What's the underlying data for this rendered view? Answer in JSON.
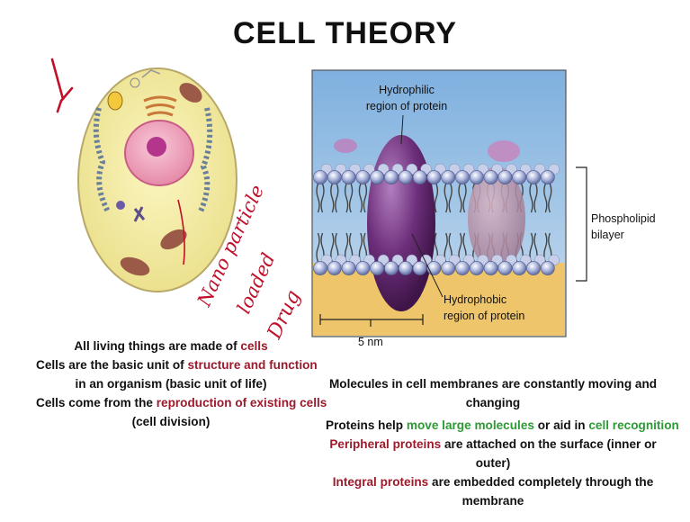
{
  "title": "CELL THEORY",
  "annotation": {
    "handwritten_line1": "Nano particle",
    "handwritten_line2": "loaded",
    "handwritten_line3": "Drug"
  },
  "membrane_diagram": {
    "label_hydrophilic": [
      "Hydrophilic",
      "region of protein"
    ],
    "label_hydrophobic": [
      "Hydrophobic",
      "region of protein"
    ],
    "label_bilayer": [
      "Phospholipid",
      "bilayer"
    ],
    "scale_label": "5 nm"
  },
  "left_text": {
    "l1_a": "All living things are made of ",
    "l1_b": "cells",
    "l2_a": "Cells are the basic unit of ",
    "l2_b": "structure and function",
    "l3": "in an organism (basic unit of life)",
    "l4_a": "Cells come from the ",
    "l4_b": "reproduction of existing cells",
    "l5": "(cell division)"
  },
  "right_text": {
    "r1": "Molecules in cell membranes are constantly moving and",
    "r2": "changing",
    "r3_a": "Proteins help ",
    "r3_b": "move large molecules",
    "r3_c": " or aid in ",
    "r3_d": "cell recognition",
    "r4_a": "Peripheral proteins",
    "r4_b": " are attached on the surface (inner or",
    "r5": "outer)",
    "r6_a": "Integral proteins",
    "r6_b": " are embedded completely through the",
    "r7": "membrane"
  },
  "colors": {
    "accent_red": "#9b1b2c",
    "accent_green": "#2e9a35",
    "ink_red": "#c0102a",
    "membrane_sky": "#a9c9e9",
    "membrane_floor": "#efc56b",
    "protein_purple": "#5b2a69"
  }
}
